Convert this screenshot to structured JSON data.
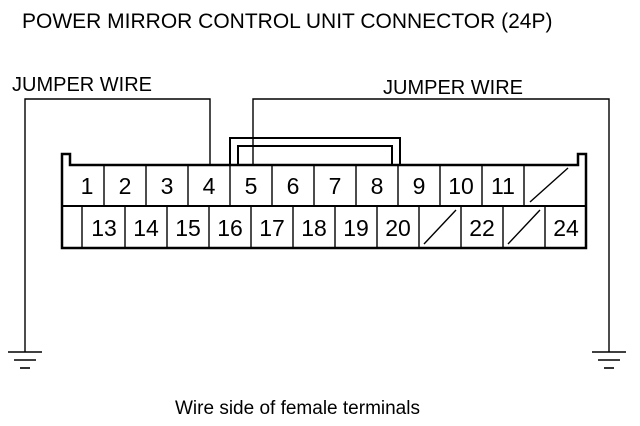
{
  "title": "POWER MIRROR CONTROL UNIT CONNECTOR (24P)",
  "jumper_left_label": "JUMPER WIRE",
  "jumper_right_label": "JUMPER WIRE",
  "caption": "Wire side of female terminals",
  "row1": [
    "1",
    "2",
    "3",
    "4",
    "5",
    "6",
    "7",
    "8",
    "9",
    "10",
    "11",
    ""
  ],
  "row2": [
    "",
    "13",
    "14",
    "15",
    "16",
    "17",
    "18",
    "19",
    "20",
    "",
    "22",
    "",
    "24"
  ]
}
